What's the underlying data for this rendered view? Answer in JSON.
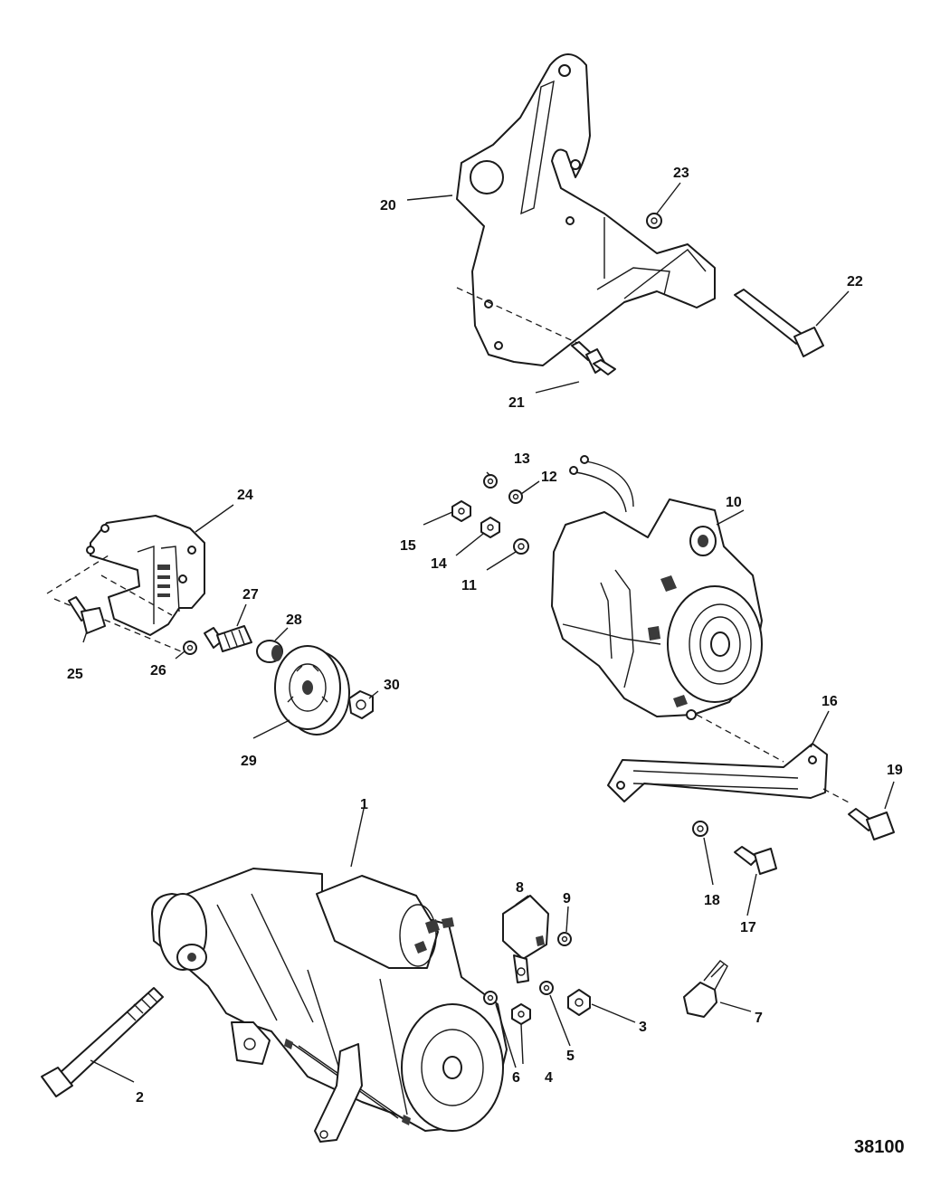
{
  "callouts": {
    "c1": "1",
    "c2": "2",
    "c3": "3",
    "c4": "4",
    "c5": "5",
    "c6": "6",
    "c7": "7",
    "c8": "8",
    "c9": "9",
    "c10": "10",
    "c11": "11",
    "c12": "12",
    "c13": "13",
    "c14": "14",
    "c15": "15",
    "c16": "16",
    "c17": "17",
    "c18": "18",
    "c19": "19",
    "c20": "20",
    "c21": "21",
    "c22": "22",
    "c23": "23",
    "c24": "24",
    "c25": "25",
    "c26": "26",
    "c27": "27",
    "c28": "28",
    "c29": "29",
    "c30": "30"
  },
  "reference_number": "38100"
}
